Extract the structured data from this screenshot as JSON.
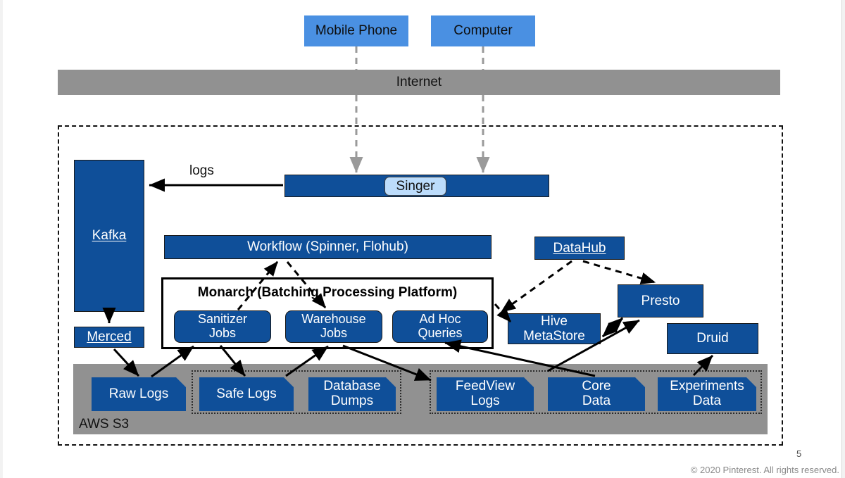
{
  "slide": {
    "page_number": "5",
    "copyright": "© 2020 Pinterest. All rights reserved."
  },
  "colors": {
    "dark_blue": "#0f4f99",
    "client_blue": "#4a90e2",
    "gray": "#919191",
    "singer_light_blue": "#bcdcfb",
    "outline": "#1a1a1a",
    "white": "#ffffff"
  },
  "clients": [
    {
      "label": "Mobile Phone"
    },
    {
      "label": "Computer"
    }
  ],
  "internet": {
    "label": "Internet"
  },
  "ingest": {
    "logs_label": "logs",
    "singer_bar_label": "",
    "singer_label": "Singer"
  },
  "streaming": {
    "kafka": "Kafka",
    "merced": "Merced"
  },
  "workflow": {
    "label": "Workflow (Spinner, Flohub)"
  },
  "monarch": {
    "title": "Monarch (Batching Processing Platform)",
    "jobs": [
      {
        "label": "Sanitizer\nJobs"
      },
      {
        "label": "Warehouse\nJobs"
      },
      {
        "label": "Ad Hoc\nQueries"
      }
    ]
  },
  "catalog": {
    "datahub": "DataHub",
    "hive_metastore": "Hive\nMetaStore",
    "presto": "Presto",
    "druid": "Druid"
  },
  "storage": {
    "panel_label": "AWS S3",
    "stores": [
      {
        "label": "Raw Logs"
      },
      {
        "label": "Safe Logs"
      },
      {
        "label": "Database\nDumps"
      },
      {
        "label": "FeedView\nLogs"
      },
      {
        "label": "Core\nData"
      },
      {
        "label": "Experiments\nData"
      }
    ]
  }
}
